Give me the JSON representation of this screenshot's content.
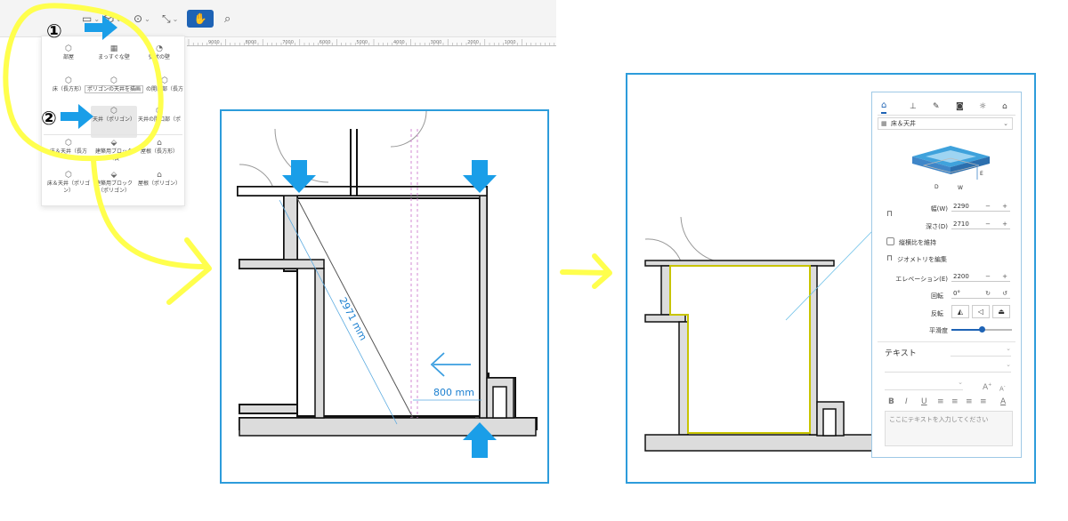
{
  "toolbar": {
    "hand_icon": "hand-icon",
    "search_icon": "search-icon",
    "ruler_ticks": [
      "9000",
      "8000",
      "7000",
      "6000",
      "5000",
      "4000",
      "3000",
      "2000",
      "1000"
    ]
  },
  "annotations": {
    "step1": "①",
    "step2": "②"
  },
  "menu": {
    "items": [
      {
        "label": "部屋",
        "icon": "room-icon"
      },
      {
        "label": "まっすぐな壁",
        "icon": "straight-wall-icon"
      },
      {
        "label": "弧状の壁",
        "icon": "curved-wall-icon"
      },
      {
        "label": "床（長方形）",
        "icon": "floor-rect-icon"
      },
      {
        "label": "ポリゴンの天井を描画",
        "icon": "polygon-ceiling-icon"
      },
      {
        "label": "の開口部（長方",
        "icon": "opening-rect-icon"
      },
      {
        "label": "天井（ポリゴン）",
        "icon": "ceiling-polygon-icon"
      },
      {
        "label": "天井の開口部（ポ",
        "icon": "ceiling-opening-icon"
      },
      {
        "label": "床＆天井（長方",
        "icon": "floor-ceiling-rect-icon"
      },
      {
        "label": "建築用ブロック（長",
        "icon": "block-rect-icon"
      },
      {
        "label": "屋根（長方形）",
        "icon": "roof-rect-icon"
      },
      {
        "label": "床＆天井（ポリゴン）",
        "icon": "floor-ceiling-poly-icon"
      },
      {
        "label": "建築用ブロック（ポリゴン）",
        "icon": "block-poly-icon"
      },
      {
        "label": "屋根（ポリゴン）",
        "icon": "roof-poly-icon"
      }
    ]
  },
  "drawing": {
    "dim_diagonal": "2971 mm",
    "dim_horizontal": "800 mm"
  },
  "props": {
    "category": "床＆天井",
    "diagram_labels": {
      "e": "E",
      "d": "D",
      "w": "W"
    },
    "width_label": "幅(W)",
    "width_value": "2290",
    "depth_label": "深さ(D)",
    "depth_value": "2710",
    "keep_ratio_label": "縦横比を維持",
    "edit_geometry_label": "ジオメトリを編集",
    "elevation_label": "エレベーション(E)",
    "elevation_value": "2200",
    "rotation_label": "回転",
    "rotation_value": "0°",
    "flip_label": "反転",
    "smoothness_label": "平滑度",
    "smoothness": 0.5,
    "text_section": "テキスト",
    "text_placeholder": "ここにテキストを入力してください",
    "format_bold": "B",
    "format_italic": "I",
    "format_underline": "U",
    "font_grow": "A",
    "font_shrink": "A",
    "font_color": "A"
  },
  "colors": {
    "accent": "#1e63b5",
    "arrow_blue": "#1a9ee8",
    "highlight_yellow": "#ffff4d",
    "frame_blue": "#2d9cdb",
    "polygon_outline": "#c8c400"
  }
}
